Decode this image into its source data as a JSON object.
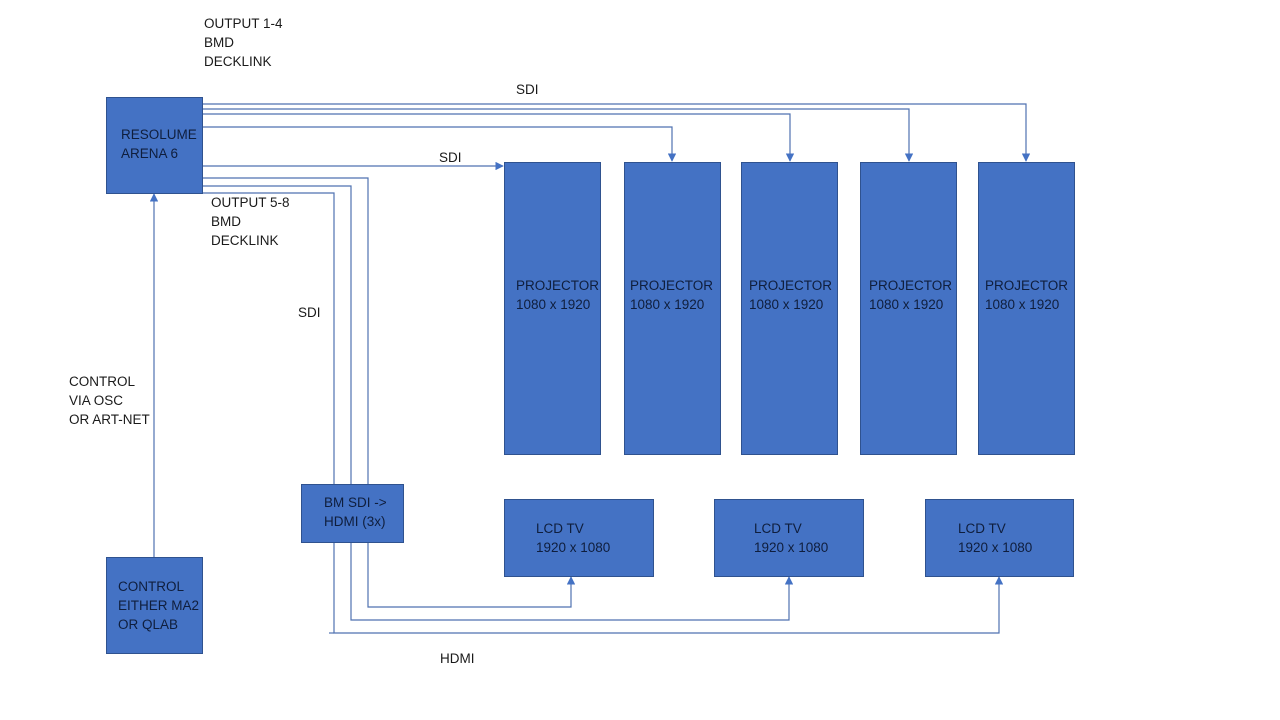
{
  "diagram": {
    "nodes": {
      "resolume": {
        "lines": [
          "RESOLUME",
          "ARENA 6"
        ]
      },
      "control": {
        "lines": [
          "CONTROL",
          "EITHER MA2",
          "OR QLAB"
        ]
      },
      "converter": {
        "lines": [
          "BM SDI ->",
          "HDMI (3x)"
        ]
      },
      "projectors": [
        {
          "lines": [
            "PROJECTOR",
            "1080 x 1920"
          ]
        },
        {
          "lines": [
            "PROJECTOR",
            "1080 x 1920"
          ]
        },
        {
          "lines": [
            "PROJECTOR",
            "1080 x 1920"
          ]
        },
        {
          "lines": [
            "PROJECTOR",
            "1080 x 1920"
          ]
        },
        {
          "lines": [
            "PROJECTOR",
            "1080 x 1920"
          ]
        }
      ],
      "lcds": [
        {
          "lines": [
            "LCD TV",
            "1920 x 1080"
          ]
        },
        {
          "lines": [
            "LCD TV",
            "1920 x 1080"
          ]
        },
        {
          "lines": [
            "LCD TV",
            "1920 x 1080"
          ]
        }
      ]
    },
    "labels": {
      "output_1_4": [
        "OUTPUT 1-4",
        "BMD",
        "DECKLINK"
      ],
      "output_5_8": [
        "OUTPUT 5-8",
        "BMD",
        "DECKLINK"
      ],
      "control_via": [
        "CONTROL",
        "VIA OSC",
        "OR ART-NET"
      ],
      "sdi_top": "SDI",
      "sdi_mid": "SDI",
      "sdi_left": "SDI",
      "hdmi_bottom": "HDMI"
    },
    "connections": [
      {
        "from": "resolume",
        "to": "projector-1",
        "signal": "SDI"
      },
      {
        "from": "resolume",
        "to": "projector-2",
        "signal": "SDI"
      },
      {
        "from": "resolume",
        "to": "projector-3",
        "signal": "SDI"
      },
      {
        "from": "resolume",
        "to": "projector-4",
        "signal": "SDI"
      },
      {
        "from": "resolume",
        "to": "projector-5",
        "signal": "SDI"
      },
      {
        "from": "resolume",
        "to": "converter",
        "signal": "SDI"
      },
      {
        "from": "converter",
        "to": "lcd-1",
        "signal": "HDMI"
      },
      {
        "from": "converter",
        "to": "lcd-2",
        "signal": "HDMI"
      },
      {
        "from": "converter",
        "to": "lcd-3",
        "signal": "HDMI"
      },
      {
        "from": "control",
        "to": "resolume",
        "signal": "OSC / ART-NET"
      }
    ],
    "colors": {
      "box_fill": "#4472C4",
      "box_border": "#2F528F",
      "wire": "#4F72B0"
    }
  }
}
